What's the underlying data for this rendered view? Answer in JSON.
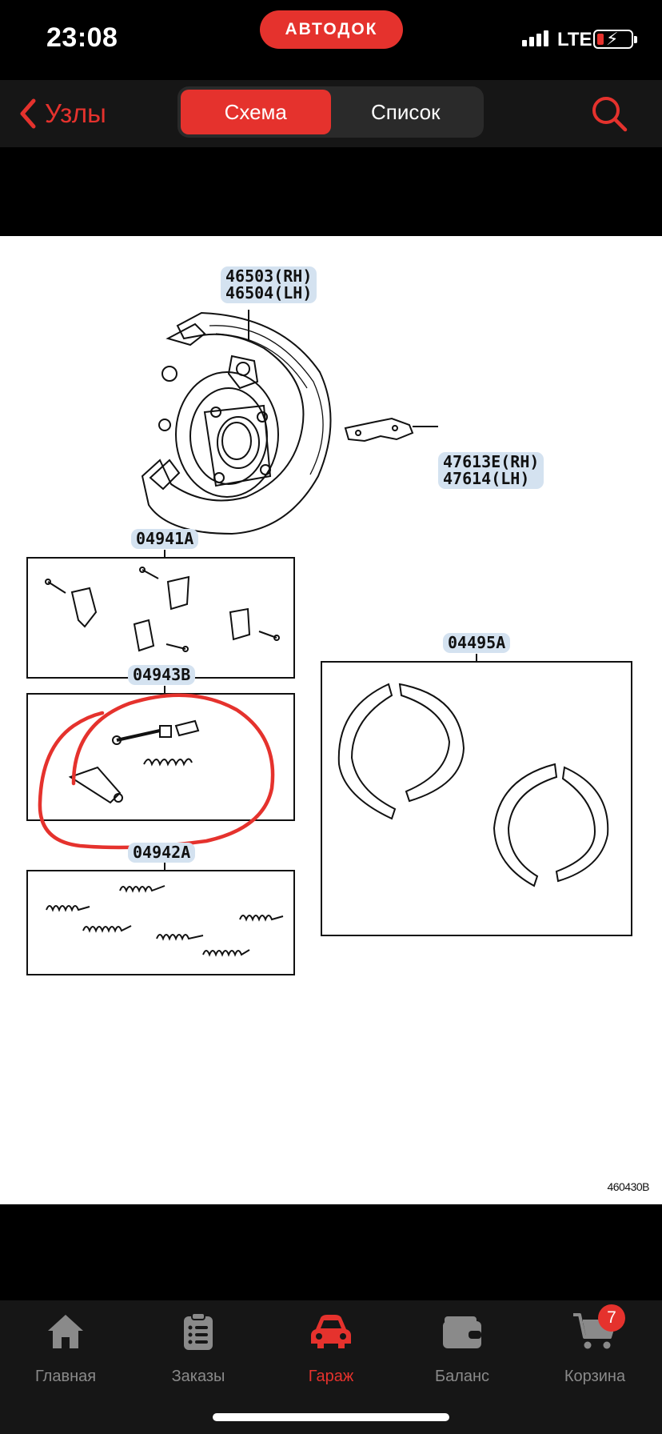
{
  "status_bar": {
    "time": "23:08",
    "brand": "АВТОДОК",
    "network": "LTE",
    "icons": [
      "signal-icon",
      "battery-charging-icon"
    ]
  },
  "nav": {
    "back_label": "Узлы",
    "back_icon": "chevron-left-icon",
    "segments": [
      {
        "label": "Схема",
        "active": true
      },
      {
        "label": "Список",
        "active": false
      }
    ],
    "search_icon": "search-icon",
    "accent_color": "#e5322d"
  },
  "diagram": {
    "callouts": {
      "backing_plate": "46503(RH)\n46504(LH)",
      "lever": "47613E(RH)\n47614(LH)",
      "kit_a": "04941A",
      "kit_b": "04943B",
      "kit_springs": "04942A",
      "shoes": "04495A"
    },
    "code": "460430B",
    "highlight_color": "#e5322d"
  },
  "tab_bar": {
    "tabs": [
      {
        "label": "Главная",
        "icon": "home-icon",
        "active": false
      },
      {
        "label": "Заказы",
        "icon": "clipboard-list-icon",
        "active": false
      },
      {
        "label": "Гараж",
        "icon": "car-icon",
        "active": true
      },
      {
        "label": "Баланс",
        "icon": "wallet-icon",
        "active": false
      },
      {
        "label": "Корзина",
        "icon": "cart-icon",
        "active": false
      }
    ],
    "cart_badge": "7"
  }
}
